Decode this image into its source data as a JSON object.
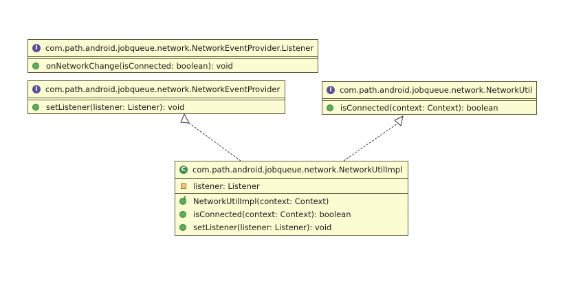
{
  "classes": {
    "listener": {
      "title": "com.path.android.jobqueue.network.NetworkEventProvider.Listener",
      "kind": "I",
      "methods": [
        "onNetworkChange(isConnected: boolean): void"
      ]
    },
    "provider": {
      "title": "com.path.android.jobqueue.network.NetworkEventProvider",
      "kind": "I",
      "methods": [
        "setListener(listener: Listener): void"
      ]
    },
    "networkutil": {
      "title": "com.path.android.jobqueue.network.NetworkUtil",
      "kind": "I",
      "methods": [
        "isConnected(context: Context): boolean"
      ]
    },
    "impl": {
      "title": "com.path.android.jobqueue.network.NetworkUtilImpl",
      "kind": "C",
      "fields": [
        "listener: Listener"
      ],
      "methods": [
        "NetworkUtilImpl(context: Context)",
        "isConnected(context: Context): boolean",
        "setListener(listener: Listener): void"
      ]
    }
  },
  "colors": {
    "box_fill": "#fcfcd2",
    "box_border": "#5a5a3a",
    "interface_badge": "#5a4f9a",
    "class_badge": "#3d8a4a",
    "method_dot": "#5dae5a"
  },
  "icons": {
    "interface": "interface-icon",
    "class": "class-icon",
    "public_method": "public-method-icon",
    "private_field": "private-field-icon"
  }
}
